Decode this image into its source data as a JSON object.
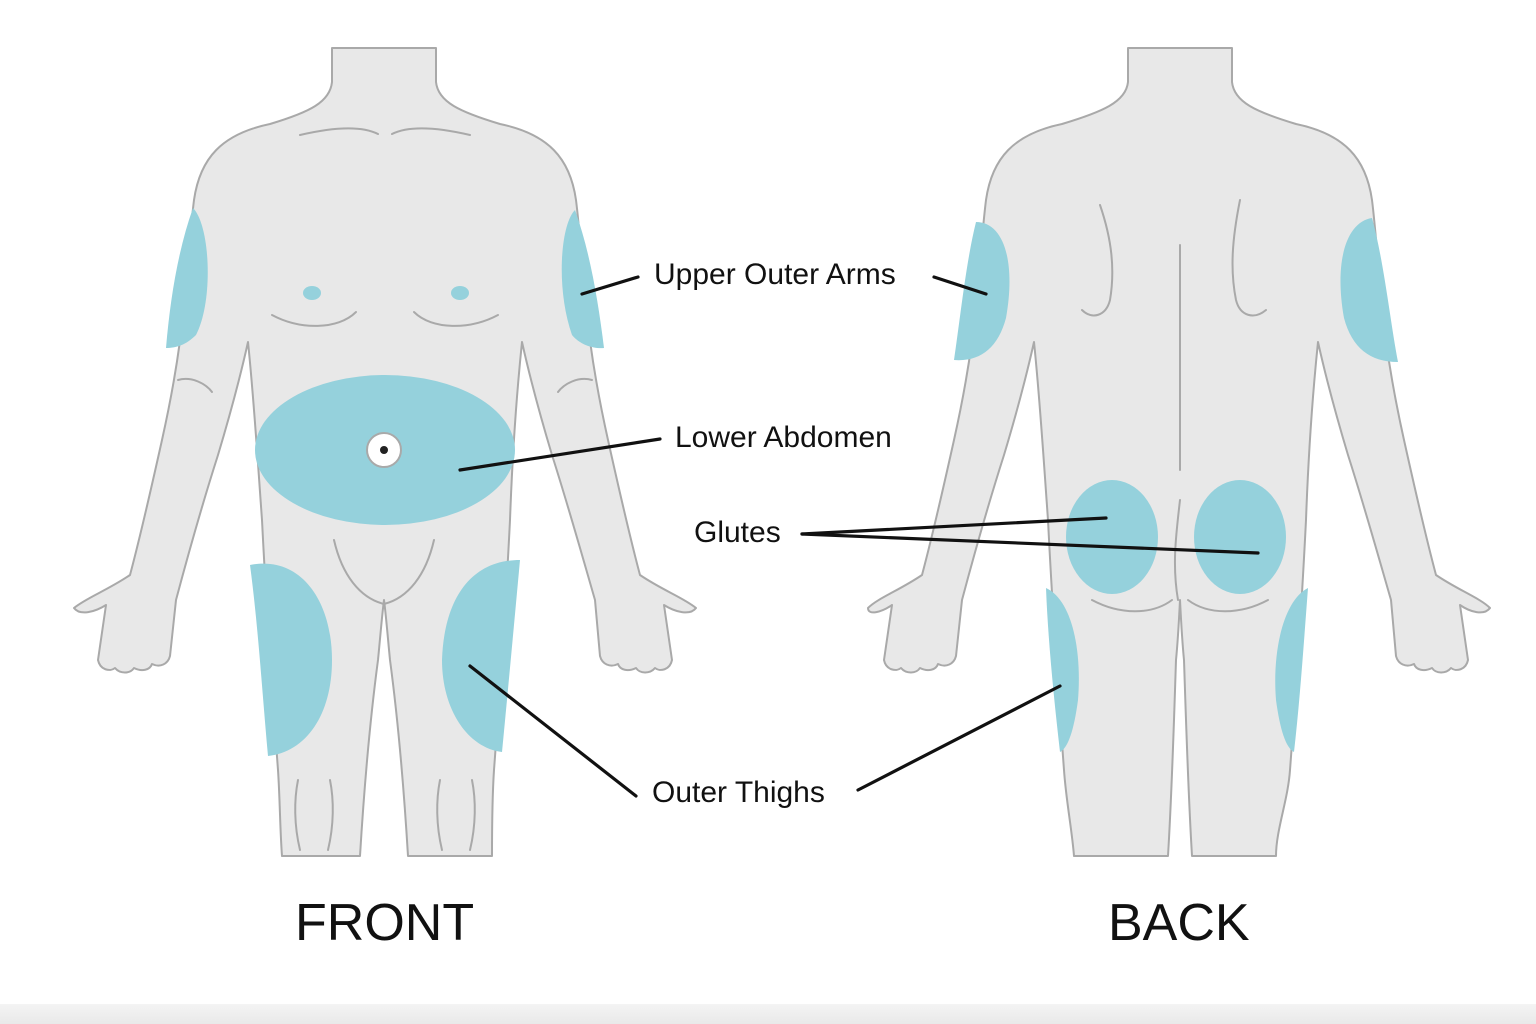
{
  "colors": {
    "skin": "#e8e8e8",
    "outline": "#a9a9a9",
    "zone": "#95d1dc",
    "ink": "#111111"
  },
  "views": {
    "front": "FRONT",
    "back": "BACK"
  },
  "regions": {
    "upper_outer_arms": "Upper Outer Arms",
    "lower_abdomen": "Lower Abdomen",
    "glutes": "Glutes",
    "outer_thighs": "Outer Thighs"
  }
}
